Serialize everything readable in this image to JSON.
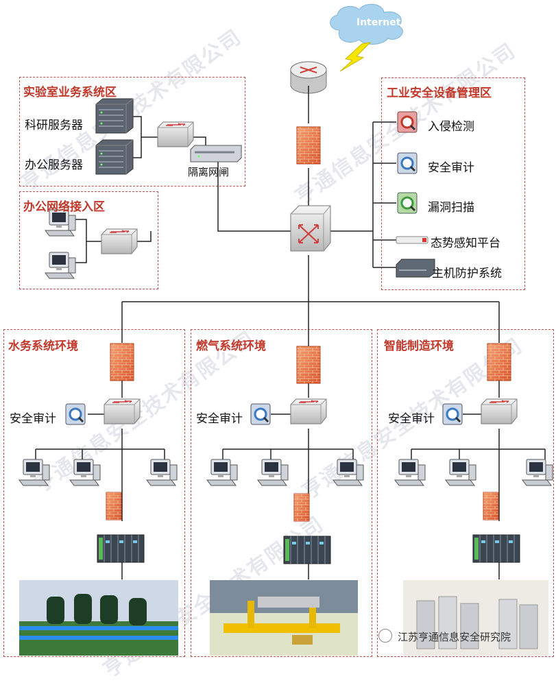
{
  "cloud": {
    "label": "Internet"
  },
  "zones": {
    "lab": {
      "title": "实验室业务系统区",
      "research_server": "科研服务器",
      "office_server": "办公服务器",
      "gateway": "隔离网闸"
    },
    "office_net": {
      "title": "办公网络接入区"
    },
    "security_mgmt": {
      "title": "工业安全设备管理区",
      "items": [
        {
          "label": "入侵检测",
          "color": "#e06666"
        },
        {
          "label": "安全审计",
          "color": "#6fa8dc"
        },
        {
          "label": "漏洞扫描",
          "color": "#6aa84f"
        },
        {
          "label": "态势感知平台",
          "color": "#dddddd"
        },
        {
          "label": "主机防护系统",
          "color": "#7f8c9d"
        }
      ]
    },
    "water": {
      "title": "水务系统环境",
      "audit": "安全审计"
    },
    "gas": {
      "title": "燃气系统环境",
      "audit": "安全审计"
    },
    "manufacturing": {
      "title": "智能制造环境",
      "audit": "安全审计"
    }
  },
  "watermark": {
    "text": "亨通信息安全技术有限公司"
  },
  "footer": {
    "text": "江苏亨通信息安全研究院"
  },
  "colors": {
    "zone_border": "#c0504d",
    "title": "#c0392b",
    "firewall": "#e8734a",
    "cloud": "#a9d3ee"
  }
}
